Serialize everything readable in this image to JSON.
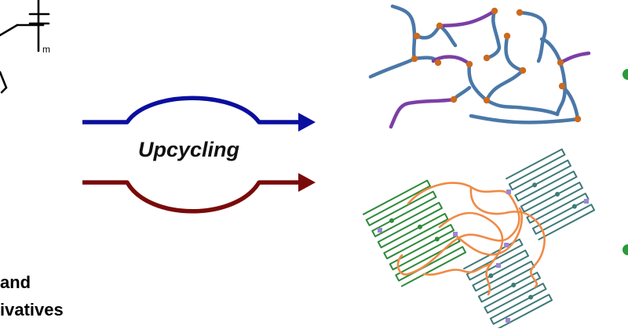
{
  "process": {
    "label": "Upcycling"
  },
  "monomer": {
    "subscript": "m"
  },
  "left_caption": {
    "line1": "and",
    "line2": "ivatives"
  },
  "colors": {
    "blue_arrow": "#0a0f9e",
    "red_arrow": "#7a0a0a",
    "network_chain": "#4a78a8",
    "network_end": "#7b3fa6",
    "crosslink_node": "#cc6a1e",
    "crystal_lamella_green": "#2f8a3a",
    "crystal_lamella_teal": "#3d7a78",
    "tie_chain": "#f08a45",
    "lamella_end": "#9a88d4",
    "right_dot": "#2a9a3a"
  }
}
